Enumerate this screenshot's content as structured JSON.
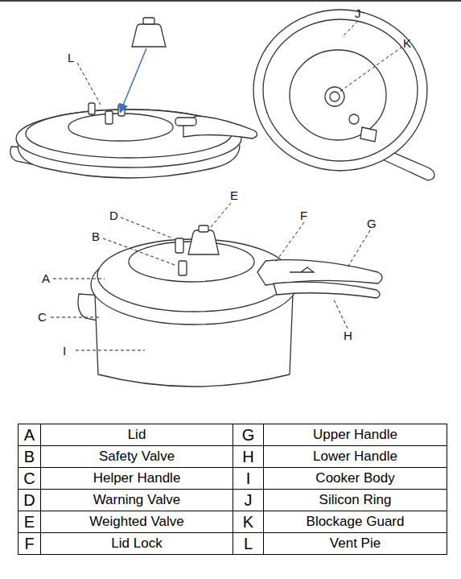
{
  "diagram": {
    "labels": [
      "J",
      "K",
      "L",
      "E",
      "D",
      "F",
      "G",
      "B",
      "A",
      "C",
      "H",
      "I",
      "A",
      "Lid",
      "G",
      "Upper Handle",
      "B",
      "Safety Valve",
      "H",
      "Lower Handle",
      "C",
      "Helper Handle",
      "I",
      "Cooker Body",
      "D",
      "Warning Valve",
      "J",
      "Silicon Ring",
      "E",
      "Weighted Valve",
      "K",
      "Blockage Guard",
      "F",
      "Lid Lock",
      "L",
      "Vent Pie"
    ]
  }
}
